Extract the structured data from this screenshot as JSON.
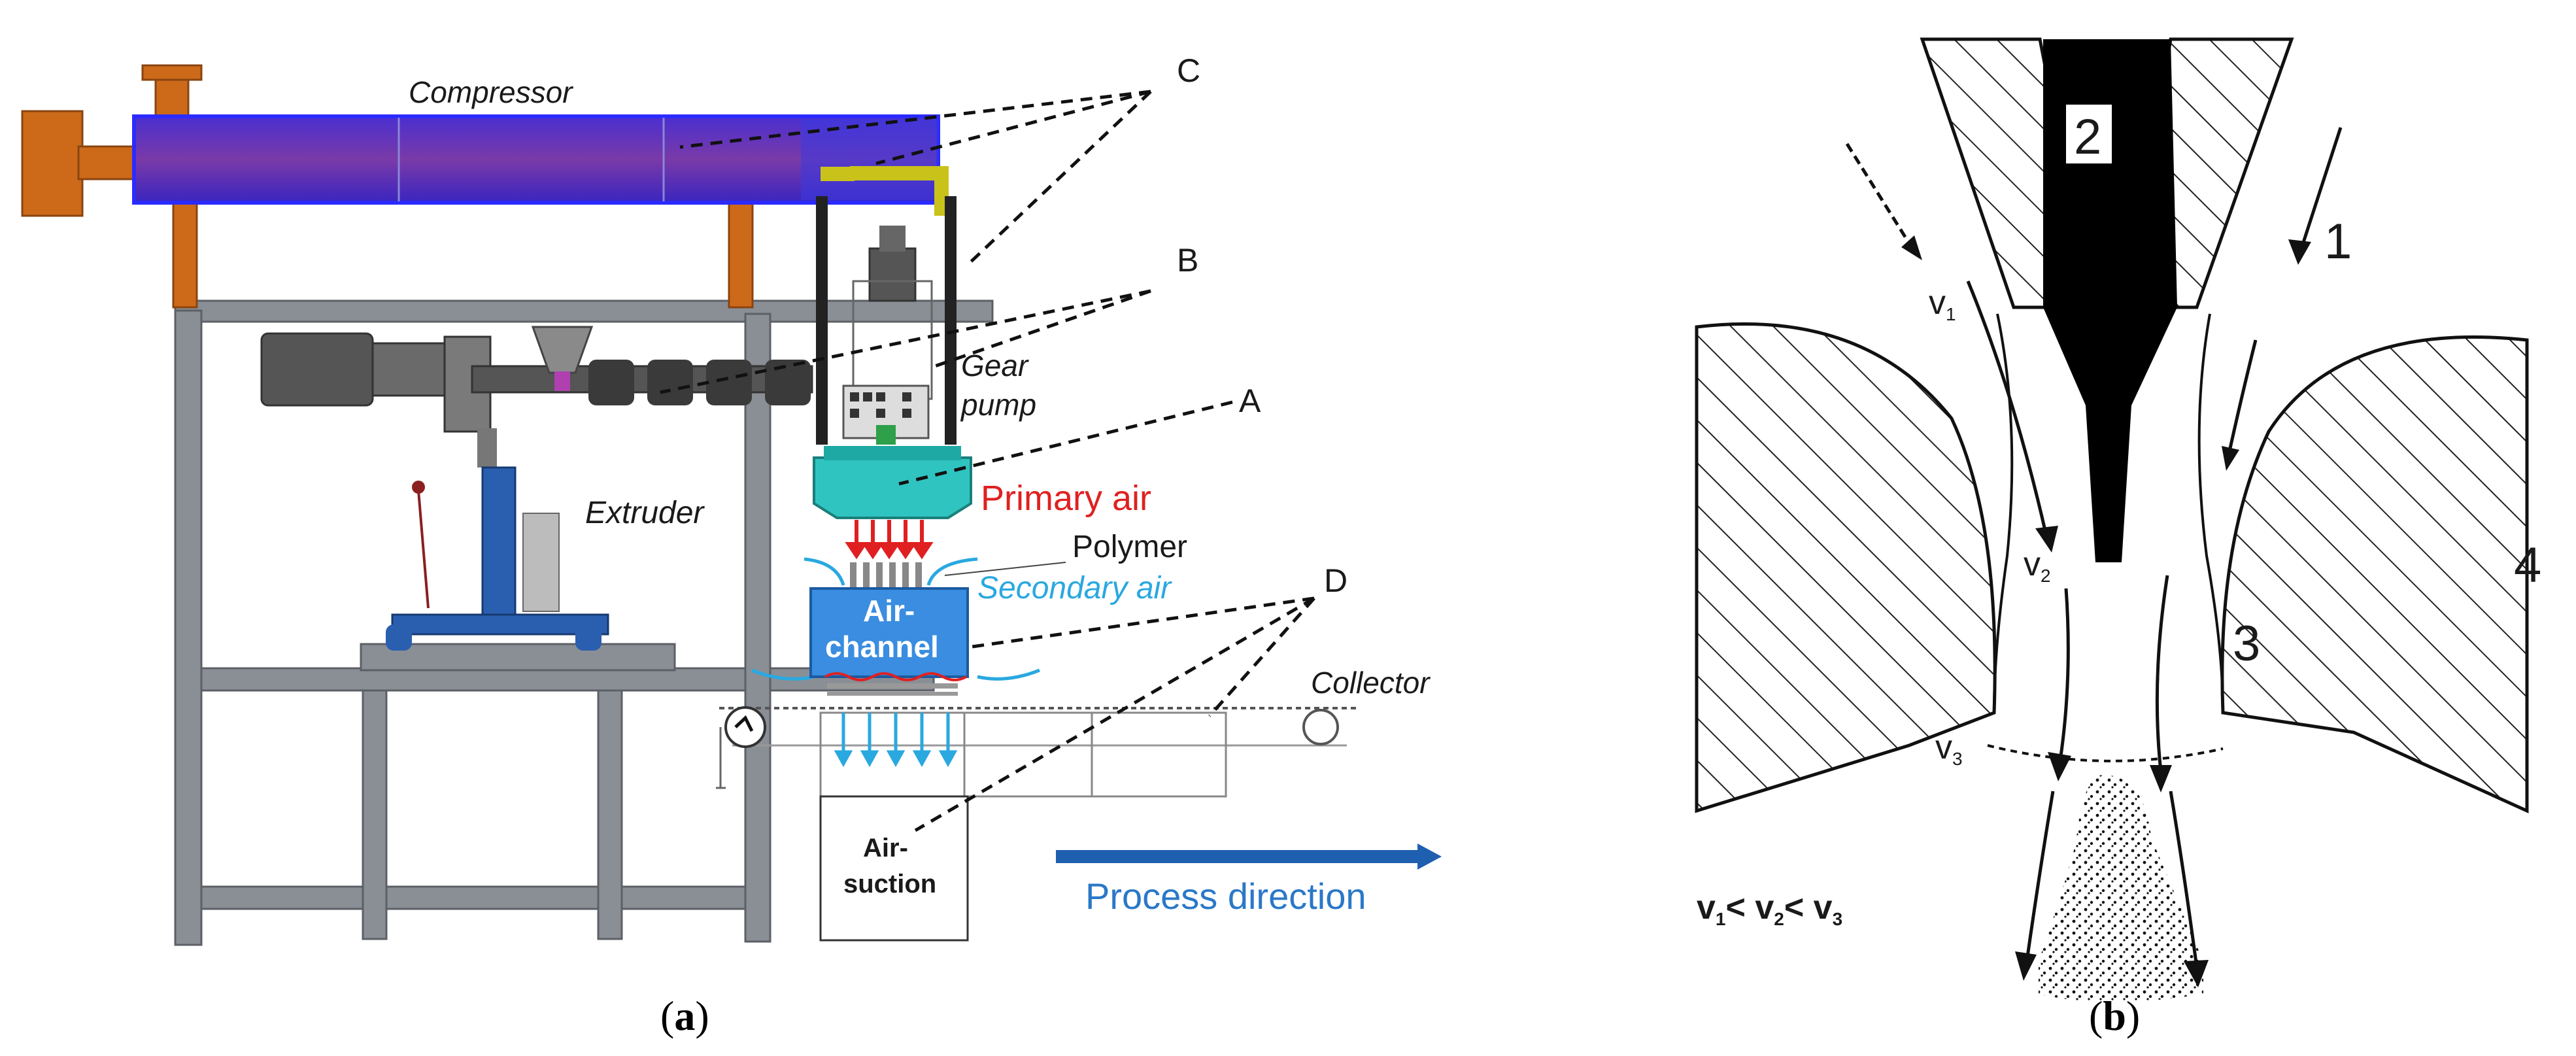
{
  "panel_a": {
    "caption_open": "(",
    "caption_letter": "a",
    "caption_close": ")",
    "labels": {
      "compressor": "Compressor",
      "C": "C",
      "B": "B",
      "A": "A",
      "D": "D",
      "gear": "Gear",
      "pump": "pump",
      "extruder": "Extruder",
      "primary_air": "Primary air",
      "polymer": "Polymer",
      "secondary_air": "Secondary air",
      "air_channel_1": "Air-",
      "air_channel_2": "channel",
      "collector": "Collector",
      "air_suction_1": "Air-",
      "air_suction_2": "suction",
      "process_direction": "Process direction"
    },
    "colors": {
      "compressor": "#6b2fb3",
      "compressor_outline": "#2b2bff",
      "orange": "#cc6a1a",
      "frame": "#8a8f96",
      "die": "#30c4c0",
      "air_channel": "#3a8de0",
      "primary_air": "#e02020",
      "secondary_air": "#2aa8e0",
      "process_arrow": "#1f5fb0"
    }
  },
  "panel_b": {
    "caption_open": "(",
    "caption_letter": "b",
    "caption_close": ")",
    "labels": {
      "n1": "1",
      "n2": "2",
      "n3": "3",
      "n4": "4",
      "v1": "v",
      "v1_sub": "1",
      "v2": "v",
      "v2_sub": "2",
      "v3": "v",
      "v3_sub": "3",
      "rel_v1": "v",
      "rel_s1": "1",
      "rel_lt1": "< ",
      "rel_v2": "v",
      "rel_s2": "2",
      "rel_lt2": "< ",
      "rel_v3": "v",
      "rel_s3": "3"
    }
  }
}
